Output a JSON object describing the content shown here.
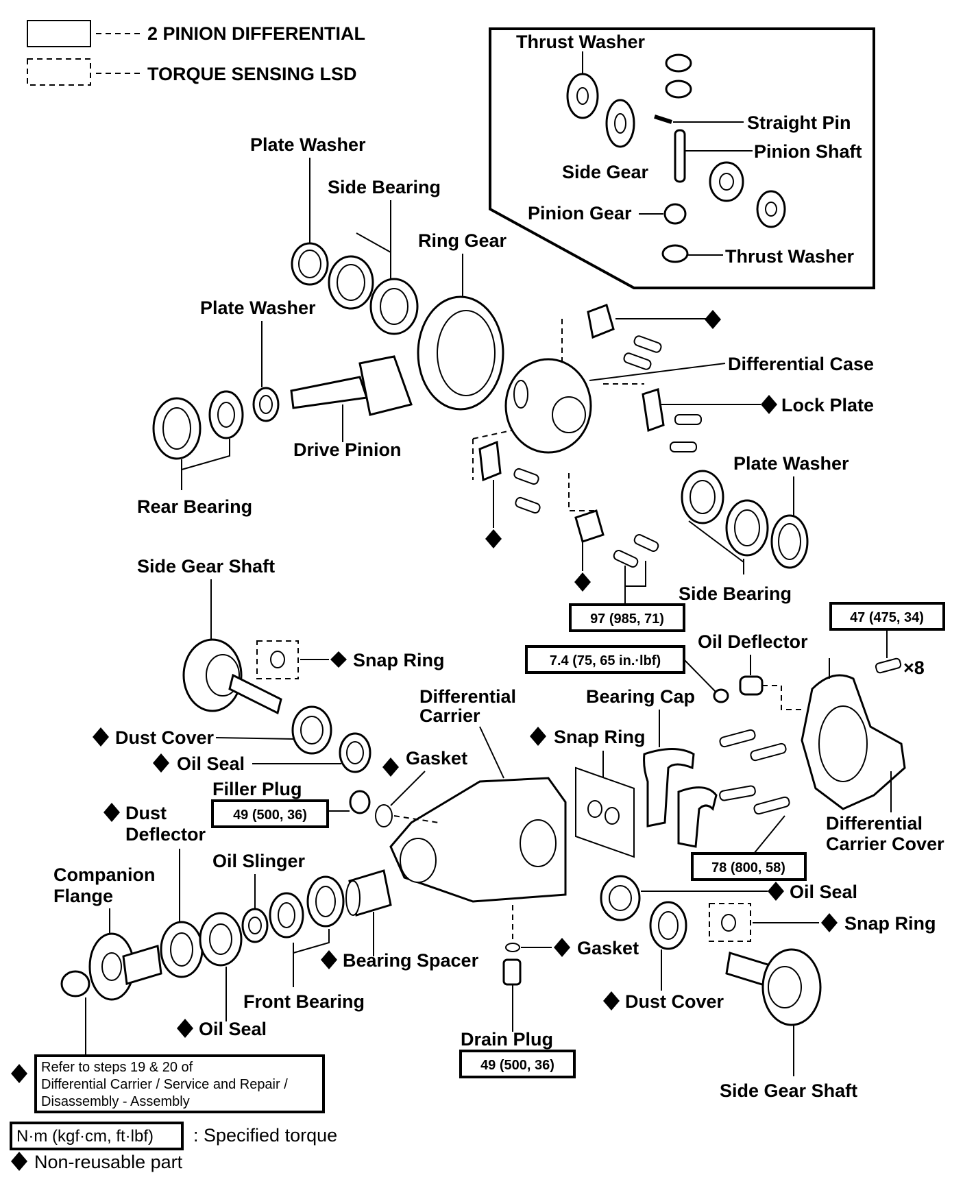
{
  "legend": {
    "solid_box_label": "2 PINION DIFFERENTIAL",
    "dashed_box_label": "TORQUE SENSING LSD"
  },
  "inset": {
    "thrust_washer_top": "Thrust Washer",
    "straight_pin": "Straight Pin",
    "pinion_shaft": "Pinion Shaft",
    "side_gear": "Side Gear",
    "pinion_gear": "Pinion Gear",
    "thrust_washer_bottom": "Thrust Washer"
  },
  "labels": {
    "plate_washer_top": "Plate Washer",
    "side_bearing_top": "Side Bearing",
    "ring_gear": "Ring Gear",
    "plate_washer_left": "Plate Washer",
    "drive_pinion": "Drive Pinion",
    "rear_bearing": "Rear Bearing",
    "differential_case": "Differential Case",
    "lock_plate": "Lock Plate",
    "plate_washer_right": "Plate Washer",
    "side_bearing_right": "Side Bearing",
    "side_gear_shaft_left": "Side Gear Shaft",
    "snap_ring_left": "Snap Ring",
    "oil_deflector": "Oil Deflector",
    "x8": "×8",
    "differential_carrier_1": "Differential",
    "differential_carrier_2": "Carrier",
    "bearing_cap": "Bearing Cap",
    "dust_cover_left": "Dust Cover",
    "oil_seal_left": "Oil Seal",
    "gasket_top": "Gasket",
    "snap_ring_mid": "Snap Ring",
    "filler_plug": "Filler Plug",
    "dust_deflector_1": "Dust",
    "dust_deflector_2": "Deflector",
    "oil_slinger": "Oil Slinger",
    "differential_carrier_cover_1": "Differential",
    "differential_carrier_cover_2": "Carrier Cover",
    "companion_flange_1": "Companion",
    "companion_flange_2": "Flange",
    "oil_seal_right": "Oil Seal",
    "snap_ring_right": "Snap Ring",
    "bearing_spacer": "Bearing Spacer",
    "gasket_bottom": "Gasket",
    "front_bearing": "Front Bearing",
    "dust_cover_right": "Dust Cover",
    "oil_seal_bottom": "Oil Seal",
    "drain_plug": "Drain Plug",
    "side_gear_shaft_right": "Side Gear Shaft"
  },
  "torques": {
    "case_bolt": "97 (985, 71)",
    "cover_bolt": "47 (475, 34)",
    "deflector_bolt": "7.4 (75, 65 in.·lbf)",
    "filler_plug": "49 (500, 36)",
    "bearing_cap": "78 (800, 58)",
    "drain_plug": "49 (500, 36)"
  },
  "note": {
    "line1": "Refer to steps 19 & 20 of",
    "line2": "Differential Carrier / Service and Repair /",
    "line3": "Disassembly - Assembly"
  },
  "footer": {
    "torque_unit": "N·m (kgf·cm, ft·lbf)",
    "torque_meaning": ": Specified torque",
    "nonreusable": "Non-reusable part"
  },
  "icons": [
    "diamond-icon (non-reusable marker)"
  ]
}
